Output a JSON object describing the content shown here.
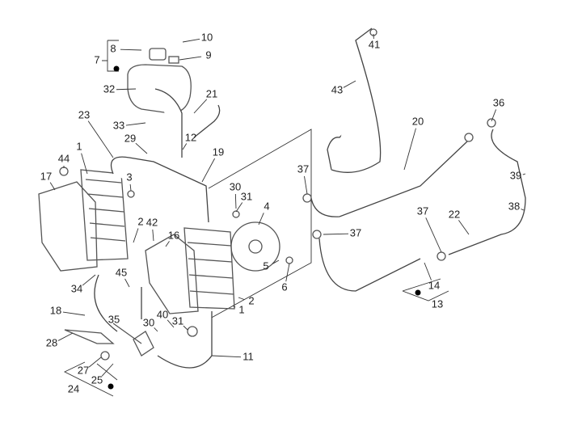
{
  "diagram": {
    "callouts": [
      "10",
      "8",
      "7",
      "9",
      "41",
      "32",
      "43",
      "21",
      "23",
      "33",
      "12",
      "36",
      "20",
      "1",
      "29",
      "19",
      "44",
      "3",
      "37",
      "30",
      "31",
      "39",
      "17",
      "4",
      "38",
      "2",
      "42",
      "37",
      "22",
      "16",
      "37",
      "5",
      "6",
      "34",
      "45",
      "14",
      "13",
      "2",
      "1",
      "18",
      "40",
      "35",
      "30",
      "31",
      "11",
      "28",
      "27",
      "25",
      "24"
    ]
  }
}
